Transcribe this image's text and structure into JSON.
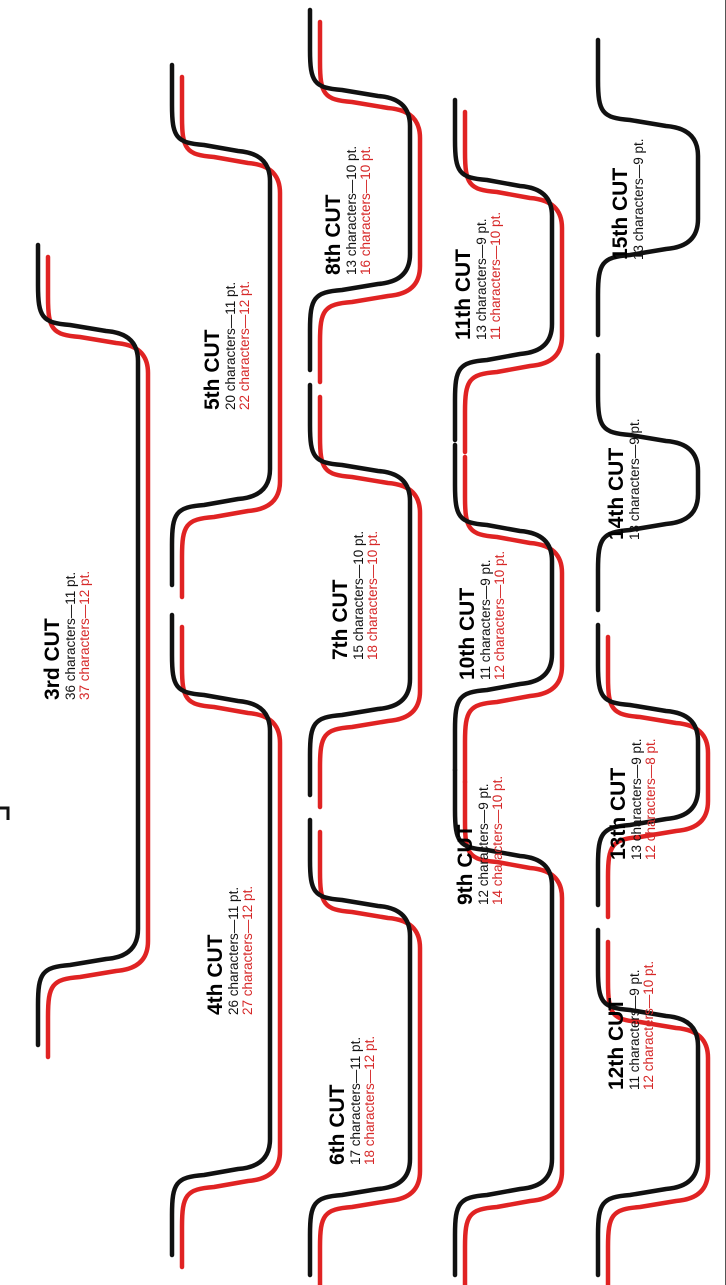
{
  "colors": {
    "black_curve": "#111111",
    "red_curve": "#e02323",
    "label_red": "#d62828"
  },
  "cuts": [
    {
      "title": "3rd CUT",
      "black": "36 characters—11 pt.",
      "red": "37 characters—12 pt."
    },
    {
      "title": "4th CUT",
      "black": "26 characters—11 pt.",
      "red": "27 characters—12 pt."
    },
    {
      "title": "5th CUT",
      "black": "20 characters—11 pt.",
      "red": "22 characters—12 pt."
    },
    {
      "title": "6th CUT",
      "black": "17 characters—11 pt.",
      "red": "18 characters—12 pt."
    },
    {
      "title": "7th CUT",
      "black": "15 characters—10 pt.",
      "red": "18 characters—10 pt."
    },
    {
      "title": "8th CUT",
      "black": "13 characters—10 pt.",
      "red": "16 characters—10 pt."
    },
    {
      "title": "9th CUT",
      "black": "12 characters—9 pt.",
      "red": "14 characters—10 pt."
    },
    {
      "title": "10th CUT",
      "black": "11 characters—9 pt.",
      "red": "12 characters—10 pt."
    },
    {
      "title": "11th CUT",
      "black": "13 characters—9 pt.",
      "red": "11 characters—10 pt."
    },
    {
      "title": "12th CUT",
      "black": "11 characters—9 pt.",
      "red": "12 characters—10 pt."
    },
    {
      "title": "13th CUT",
      "black": "13 characters—9 pt.",
      "red": "12 characters—8 pt."
    },
    {
      "title": "14th CUT",
      "black": "13 characters—9 pt.",
      "red": ""
    },
    {
      "title": "15th CUT",
      "black": "13 characters—9 pt.",
      "red": ""
    }
  ]
}
